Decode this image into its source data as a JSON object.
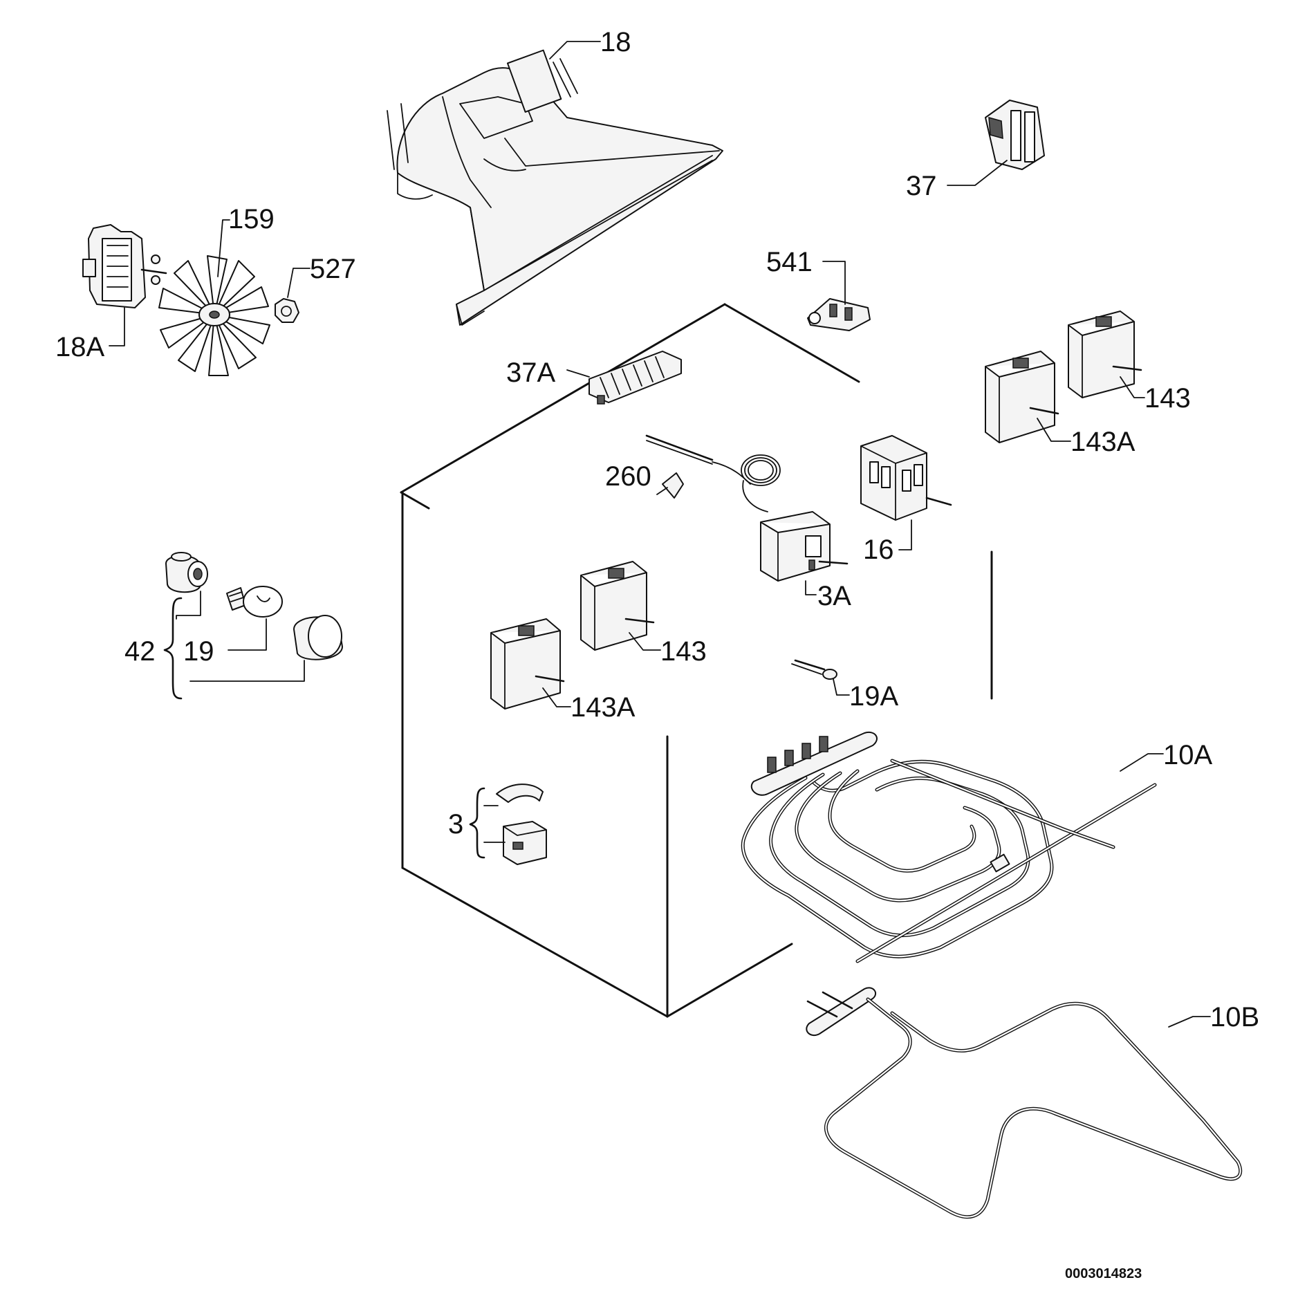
{
  "diagram": {
    "drawing_number": "0003014823",
    "part_labels": {
      "p18": "18",
      "p18a": "18A",
      "p159": "159",
      "p527": "527",
      "p37": "37",
      "p541": "541",
      "p37a": "37A",
      "p143_right": "143",
      "p143a_right": "143A",
      "p260": "260",
      "p16": "16",
      "p3a": "3A",
      "p143_left": "143",
      "p143a_left": "143A",
      "p42": "42",
      "p19": "19",
      "p19a": "19A",
      "p3": "3",
      "p10a": "10A",
      "p10b": "10B"
    }
  }
}
